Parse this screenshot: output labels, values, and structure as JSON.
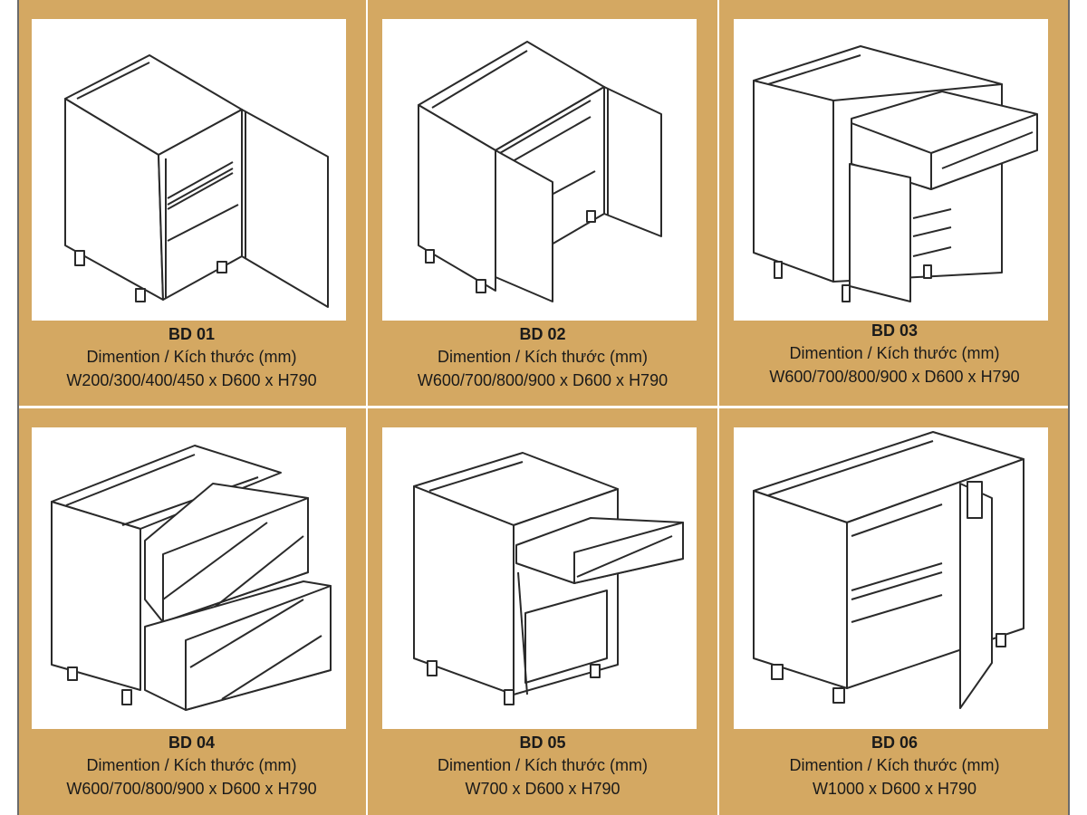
{
  "cabinets": [
    {
      "code": "BD 01",
      "dimension_label": "Dimention / Kích thước (mm)",
      "size": "W200/300/400/450 x D600 x H790",
      "icon": "single-door-base-cabinet"
    },
    {
      "code": "BD 02",
      "dimension_label": "Dimention / Kích thước (mm)",
      "size": "W600/700/800/900 x D600 x H790",
      "icon": "double-door-base-cabinet"
    },
    {
      "code": "BD 03",
      "dimension_label": "Dimention / Kích thước (mm)",
      "size": "W600/700/800/900 x D600 x H790",
      "icon": "drawer-and-door-base-cabinet"
    },
    {
      "code": "BD 04",
      "dimension_label": "Dimention / Kích thước (mm)",
      "size": "W600/700/800/900 x D600 x H790",
      "icon": "two-drawer-base-cabinet"
    },
    {
      "code": "BD 05",
      "dimension_label": "Dimention / Kích thước (mm)",
      "size": "W700 x D600 x H790",
      "icon": "drawer-oven-base-cabinet"
    },
    {
      "code": "BD 06",
      "dimension_label": "Dimention / Kích thước (mm)",
      "size": "W1000 x D600 x H790",
      "icon": "corner-base-cabinet"
    }
  ],
  "colors": {
    "panel": "#d4a862",
    "line": "#2a2a2a",
    "image_bg": "#ffffff"
  }
}
